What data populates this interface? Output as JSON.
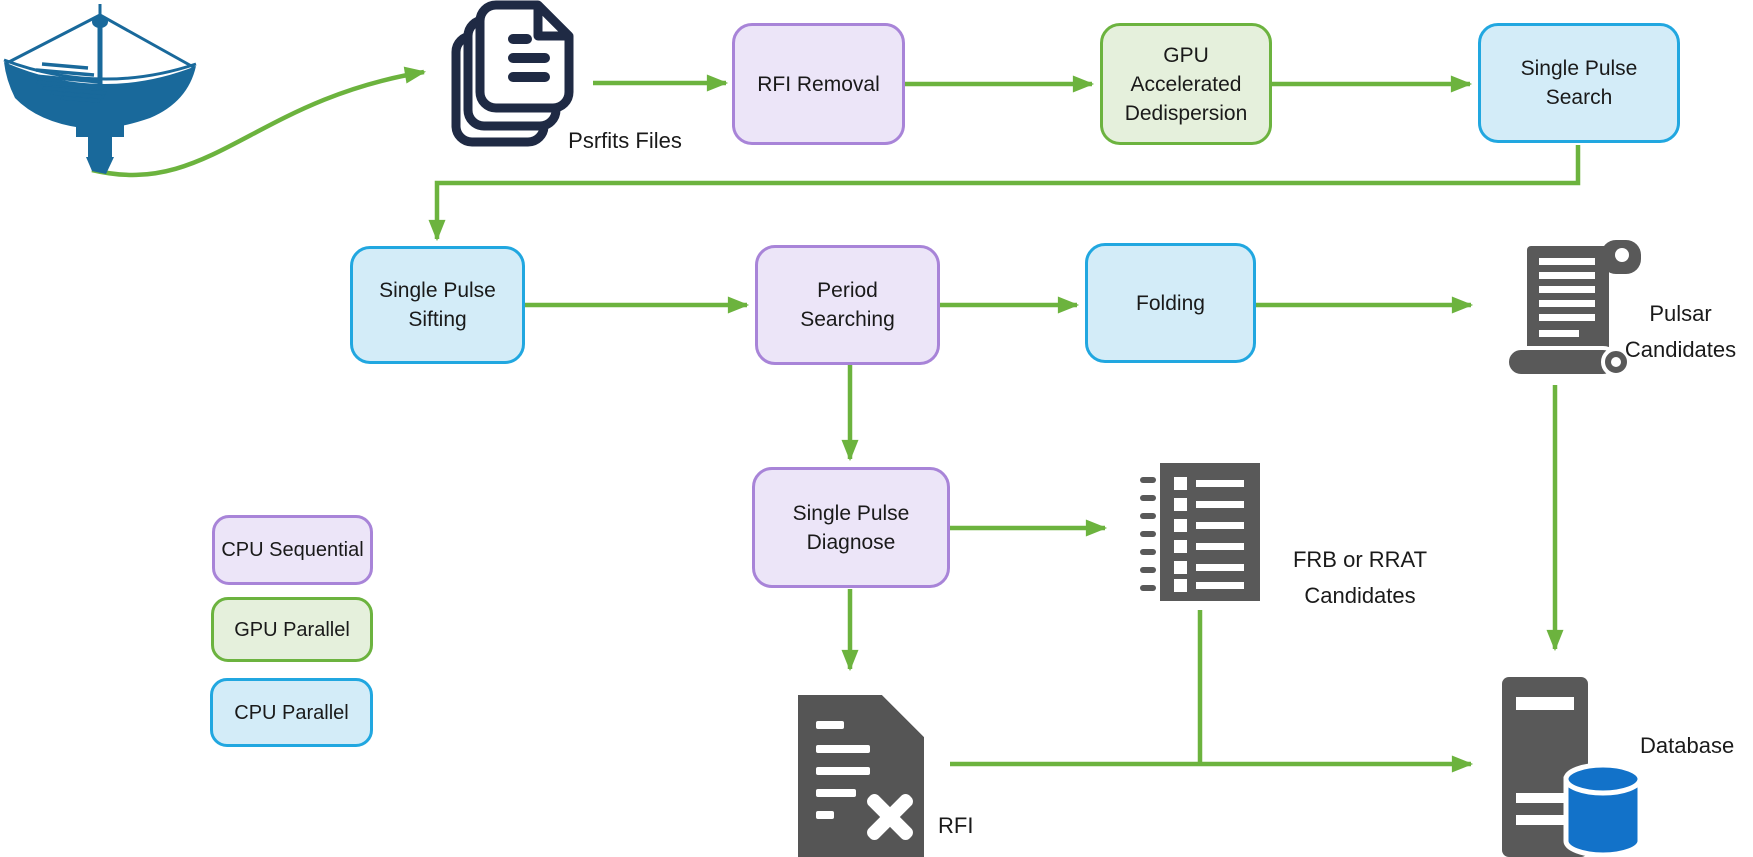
{
  "diagram": {
    "nodes": {
      "rfi_removal": {
        "label": "RFI Removal",
        "category": "CPU Sequential"
      },
      "gpu_dedispersion": {
        "label": "GPU Accelerated Dedispersion",
        "category": "GPU Parallel"
      },
      "single_pulse_search": {
        "label": "Single Pulse Search",
        "category": "CPU Parallel"
      },
      "single_pulse_sifting": {
        "label": "Single Pulse Sifting",
        "category": "CPU Parallel"
      },
      "period_searching": {
        "label": "Period Searching",
        "category": "CPU Sequential"
      },
      "folding": {
        "label": "Folding",
        "category": "CPU Parallel"
      },
      "single_pulse_diagnose": {
        "label": "Single Pulse Diagnose",
        "category": "CPU Sequential"
      }
    },
    "artifacts": {
      "telescope": {
        "label": "",
        "icon": "radio-telescope-icon"
      },
      "psrfits_files": {
        "label": "Psrfits Files",
        "icon": "document-stack-icon"
      },
      "pulsar_candidates": {
        "label": "Pulsar Candidates",
        "icon": "scroll-icon"
      },
      "frb_rrat_candidates": {
        "label": "FRB or RRAT Candidates",
        "icon": "checklist-icon"
      },
      "rfi": {
        "label": "RFI",
        "icon": "document-x-icon"
      },
      "database": {
        "label": "Database",
        "icon": "server-database-icon"
      }
    },
    "legend": {
      "items": [
        {
          "label": "CPU Sequential",
          "fill": "#ece5f8",
          "border": "#a884d8"
        },
        {
          "label": "GPU Parallel",
          "fill": "#e5f0dc",
          "border": "#6cb33f"
        },
        {
          "label": "CPU Parallel",
          "fill": "#d3ecf8",
          "border": "#21a7e0"
        }
      ]
    },
    "edges": [
      {
        "from": "telescope",
        "to": "psrfits_files"
      },
      {
        "from": "psrfits_files",
        "to": "rfi_removal"
      },
      {
        "from": "rfi_removal",
        "to": "gpu_dedispersion"
      },
      {
        "from": "gpu_dedispersion",
        "to": "single_pulse_search"
      },
      {
        "from": "single_pulse_search",
        "to": "single_pulse_sifting"
      },
      {
        "from": "single_pulse_sifting",
        "to": "period_searching"
      },
      {
        "from": "period_searching",
        "to": "folding"
      },
      {
        "from": "folding",
        "to": "pulsar_candidates"
      },
      {
        "from": "period_searching",
        "to": "single_pulse_diagnose"
      },
      {
        "from": "single_pulse_diagnose",
        "to": "frb_rrat_candidates"
      },
      {
        "from": "single_pulse_diagnose",
        "to": "rfi"
      },
      {
        "from": "pulsar_candidates",
        "to": "database"
      },
      {
        "from": "frb_rrat_candidates",
        "to": "database"
      },
      {
        "from": "rfi",
        "to": "database"
      }
    ],
    "colors": {
      "arrow_green": "#6cb33e",
      "purple_border": "#a884d8",
      "purple_fill": "#ece5f8",
      "green_border": "#6cb33f",
      "green_fill": "#e5f0dc",
      "blue_border": "#21a7e0",
      "blue_fill": "#d3ecf8",
      "icon_gray": "#595959",
      "files_navy": "#1f2a44",
      "telescope_blue": "#19699b",
      "database_blue": "#1272c9"
    }
  }
}
